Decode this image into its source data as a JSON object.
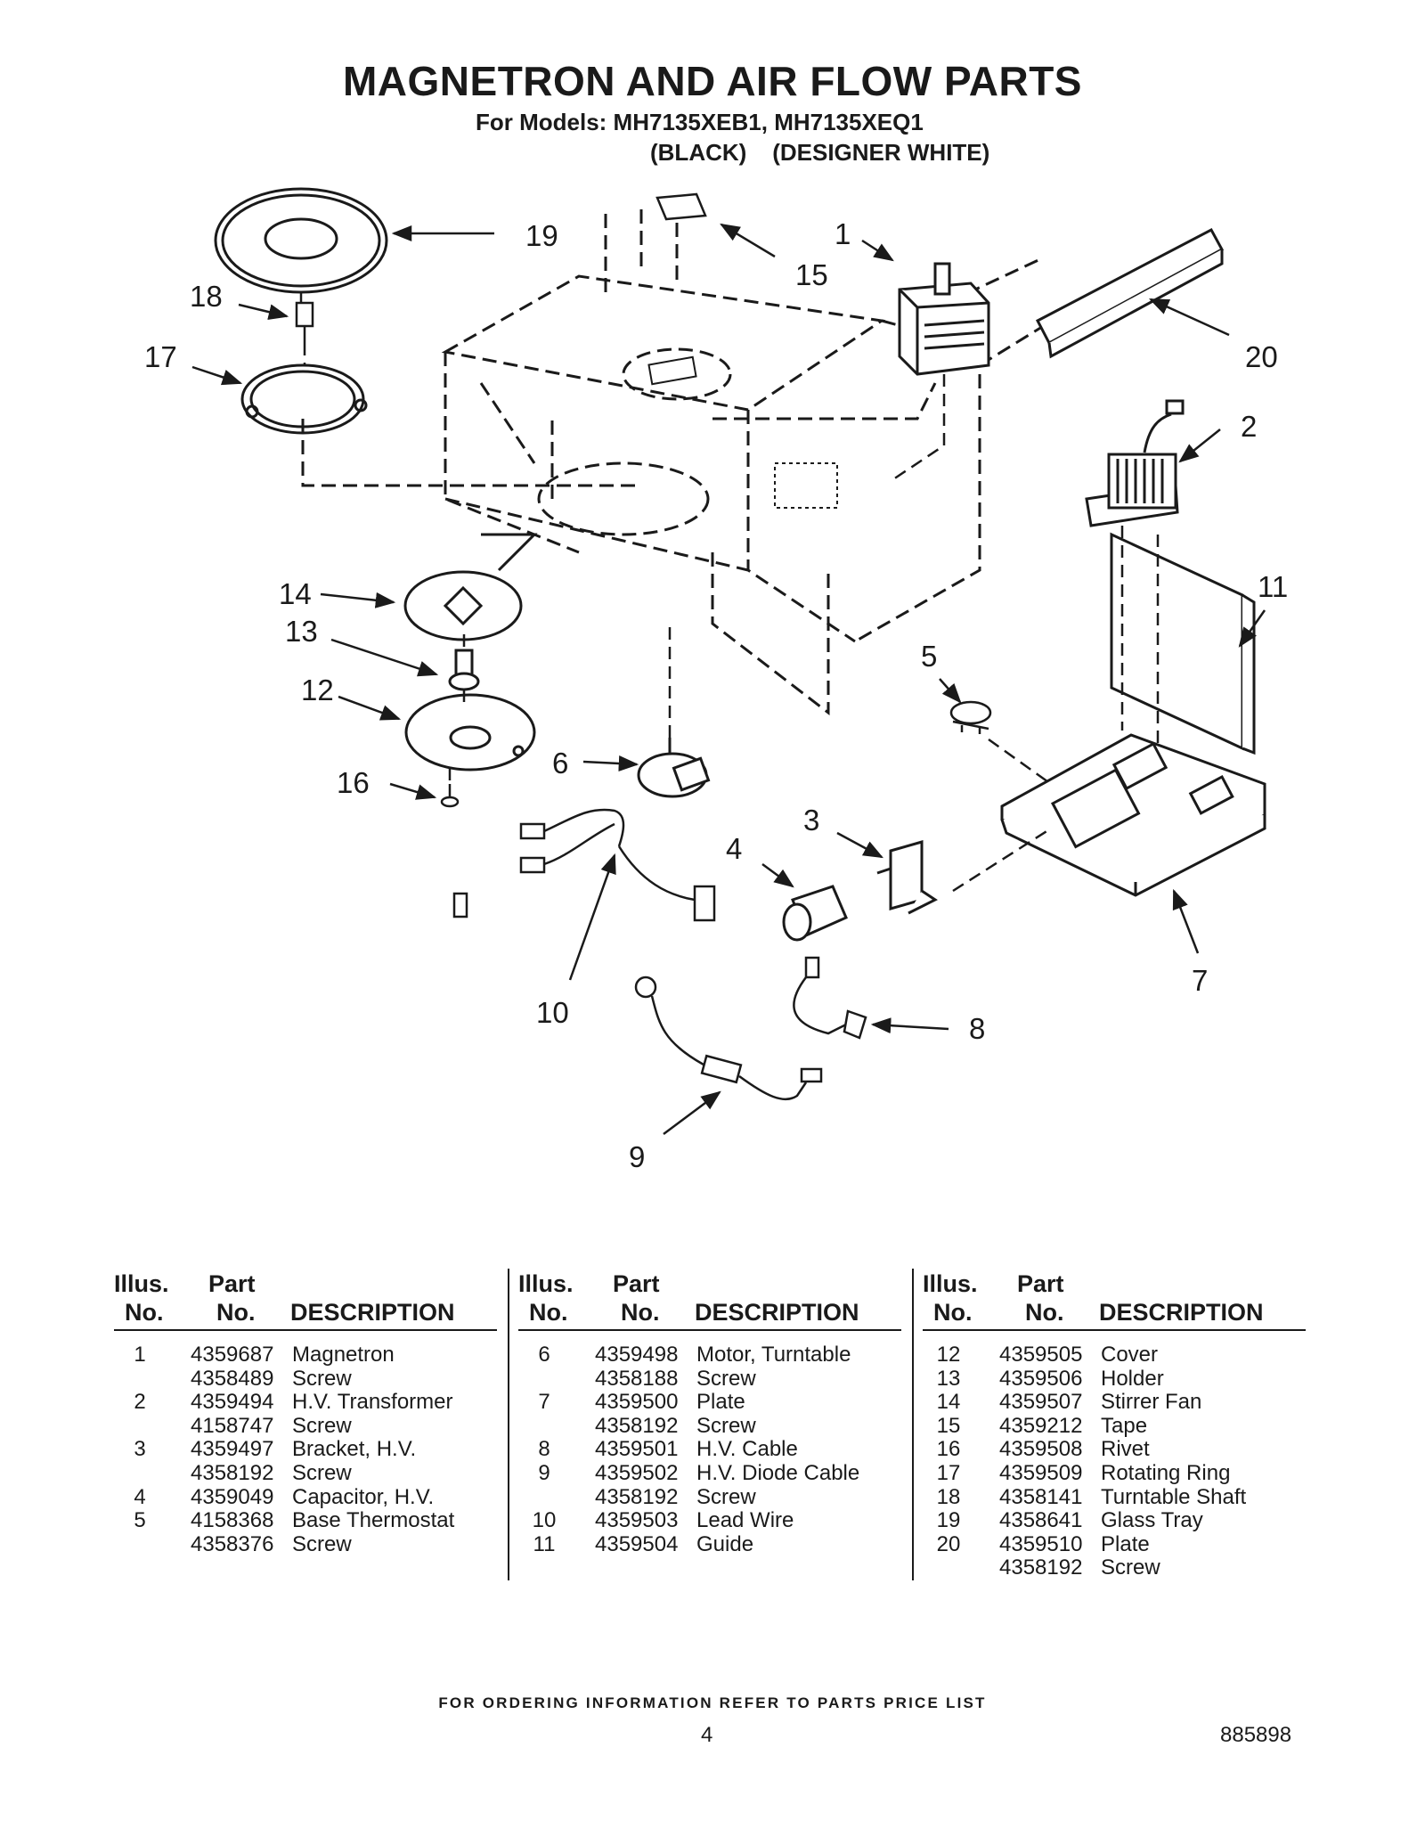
{
  "header": {
    "title": "MAGNETRON AND AIR FLOW PARTS",
    "models": "For Models: MH7135XEB1, MH7135XEQ1",
    "colors": "(BLACK)    (DESIGNER WHITE)"
  },
  "callouts": [
    "1",
    "2",
    "3",
    "4",
    "5",
    "6",
    "7",
    "8",
    "9",
    "10",
    "11",
    "12",
    "13",
    "14",
    "15",
    "16",
    "17",
    "18",
    "19",
    "20"
  ],
  "table": {
    "headers": {
      "illus_1": "Illus.",
      "illus_2": "No.",
      "part_1": "Part",
      "part_2": "No.",
      "desc": "DESCRIPTION"
    },
    "columns": [
      [
        {
          "no": "1",
          "part": "4359687",
          "desc": "Magnetron"
        },
        {
          "no": "",
          "part": "4358489",
          "desc": "Screw"
        },
        {
          "no": "2",
          "part": "4359494",
          "desc": "H.V. Transformer"
        },
        {
          "no": "",
          "part": "4158747",
          "desc": "Screw"
        },
        {
          "no": "3",
          "part": "4359497",
          "desc": "Bracket, H.V."
        },
        {
          "no": "",
          "part": "4358192",
          "desc": "Screw"
        },
        {
          "no": "4",
          "part": "4359049",
          "desc": "Capacitor, H.V."
        },
        {
          "no": "5",
          "part": "4158368",
          "desc": "Base Thermostat"
        },
        {
          "no": "",
          "part": "4358376",
          "desc": "Screw"
        }
      ],
      [
        {
          "no": "6",
          "part": "4359498",
          "desc": "Motor, Turntable"
        },
        {
          "no": "",
          "part": "4358188",
          "desc": "Screw"
        },
        {
          "no": "7",
          "part": "4359500",
          "desc": "Plate"
        },
        {
          "no": "",
          "part": "4358192",
          "desc": "Screw"
        },
        {
          "no": "8",
          "part": "4359501",
          "desc": "H.V. Cable"
        },
        {
          "no": "9",
          "part": "4359502",
          "desc": "H.V. Diode Cable"
        },
        {
          "no": "",
          "part": "4358192",
          "desc": "Screw"
        },
        {
          "no": "10",
          "part": "4359503",
          "desc": "Lead Wire"
        },
        {
          "no": "11",
          "part": "4359504",
          "desc": "Guide"
        }
      ],
      [
        {
          "no": "12",
          "part": "4359505",
          "desc": "Cover"
        },
        {
          "no": "13",
          "part": "4359506",
          "desc": "Holder"
        },
        {
          "no": "14",
          "part": "4359507",
          "desc": "Stirrer Fan"
        },
        {
          "no": "15",
          "part": "4359212",
          "desc": "Tape"
        },
        {
          "no": "16",
          "part": "4359508",
          "desc": "Rivet"
        },
        {
          "no": "17",
          "part": "4359509",
          "desc": "Rotating Ring"
        },
        {
          "no": "18",
          "part": "4358141",
          "desc": "Turntable Shaft"
        },
        {
          "no": "19",
          "part": "4358641",
          "desc": "Glass Tray"
        },
        {
          "no": "20",
          "part": "4359510",
          "desc": "Plate"
        },
        {
          "no": "",
          "part": "4358192",
          "desc": "Screw"
        }
      ]
    ]
  },
  "footer": {
    "ordering_note": "FOR ORDERING INFORMATION REFER TO PARTS PRICE LIST",
    "page_number": "4",
    "doc_number": "885898"
  }
}
